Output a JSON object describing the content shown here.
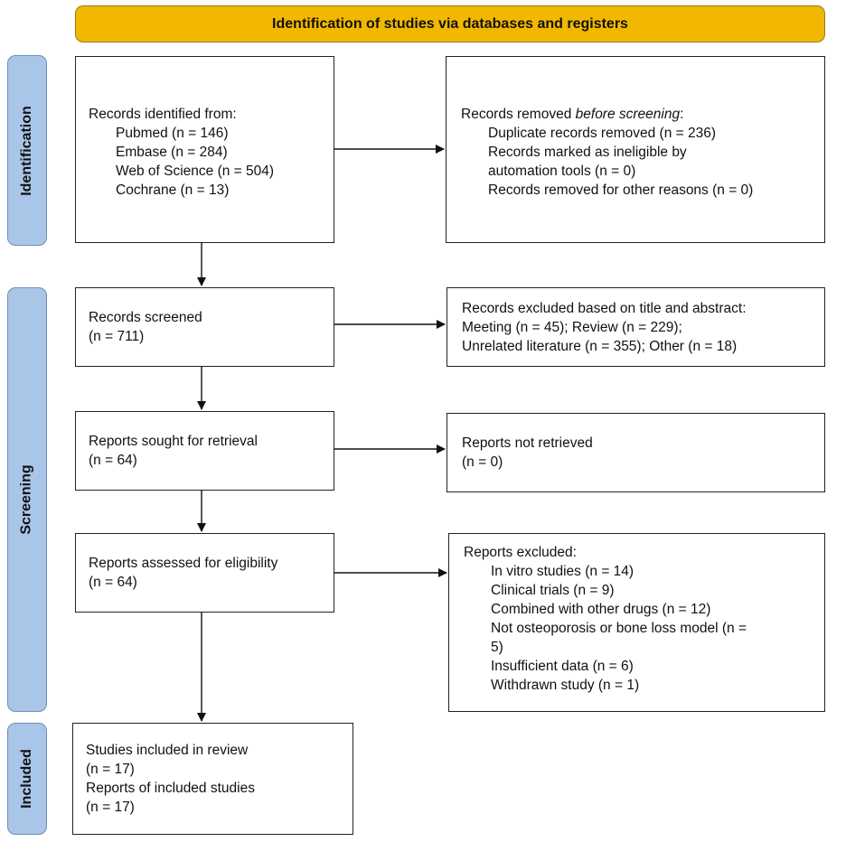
{
  "header": {
    "title": "Identification of studies via databases and registers"
  },
  "stages": {
    "identification": "Identification",
    "screening": "Screening",
    "included": "Included"
  },
  "identified": {
    "heading": "Records identified from:",
    "sources": [
      "Pubmed (n = 146)",
      "Embase (n = 284)",
      "Web of Science (n = 504)",
      "Cochrane (n = 13)"
    ]
  },
  "removed": {
    "heading_pre": "Records removed ",
    "heading_em": "before screening",
    "heading_post": ":",
    "items": [
      "Duplicate records removed  (n = 236)",
      "Records marked as ineligible by",
      "automation tools (n = 0)",
      "Records removed for other reasons (n = 0)"
    ]
  },
  "screened": {
    "label": "Records screened",
    "count": "(n = 711)"
  },
  "excluded_title": {
    "lines": [
      "Records excluded based on title and abstract:",
      "Meeting (n = 45); Review (n = 229);",
      "Unrelated literature (n = 355); Other (n = 18)"
    ]
  },
  "sought": {
    "label": "Reports sought for retrieval",
    "count": "(n = 64)"
  },
  "not_retrieved": {
    "label": "Reports not retrieved",
    "count": "(n = 0)"
  },
  "assessed": {
    "label": "Reports assessed for eligibility",
    "count": "(n = 64)"
  },
  "reports_excluded": {
    "heading": "Reports excluded:",
    "items": [
      "In vitro studies (n = 14)",
      "Clinical trials (n = 9)",
      "Combined with other drugs (n = 12)",
      "Not osteoporosis or bone loss model (n =",
      "5)",
      "Insufficient data (n = 6)",
      "Withdrawn study (n = 1)"
    ]
  },
  "included": {
    "lines": [
      "Studies included in review",
      "(n = 17)",
      "Reports of included studies",
      "(n = 17)"
    ]
  },
  "colors": {
    "header_fill": "#f2b800",
    "stage_fill": "#a9c6e8"
  }
}
